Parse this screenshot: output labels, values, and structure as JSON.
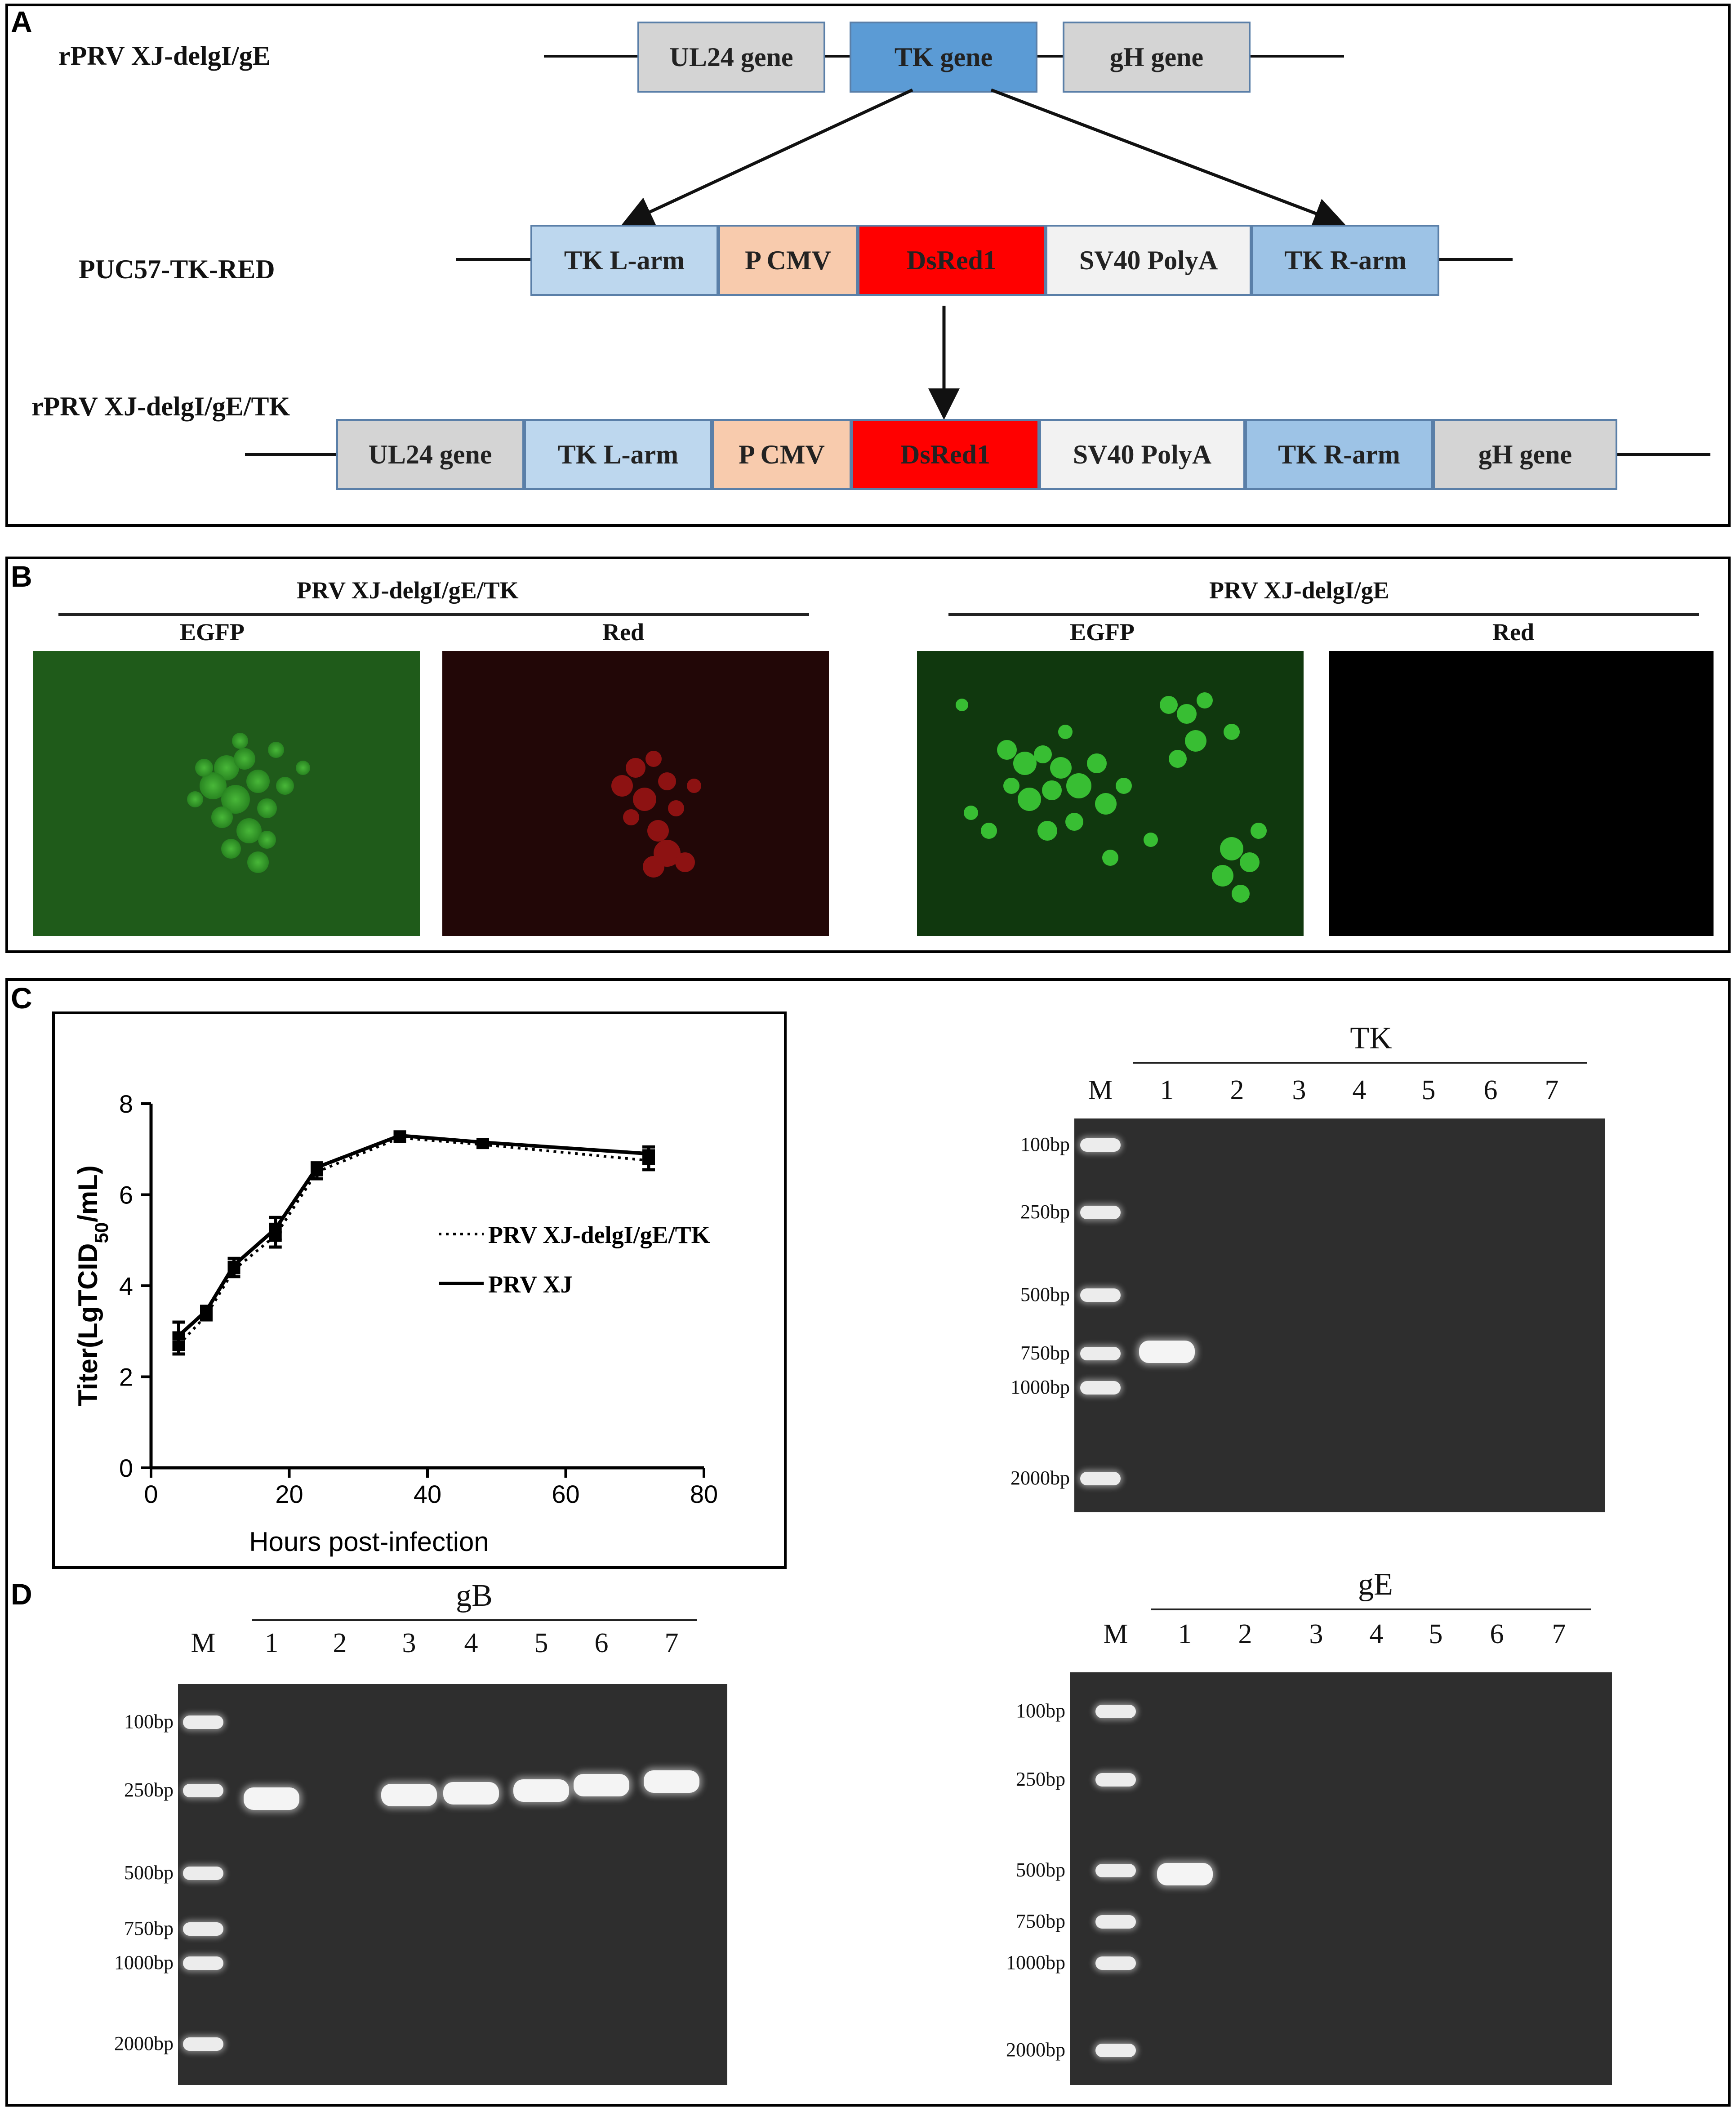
{
  "panels": {
    "a": "A",
    "b": "B",
    "c": "C",
    "d": "D"
  },
  "panelA": {
    "row1_label": "rPRV XJ-delgI/gE",
    "row1_boxes": [
      "UL24 gene",
      "TK gene",
      "gH gene"
    ],
    "row2_label": "PUC57-TK-RED",
    "row2_boxes": [
      "TK L-arm",
      "P CMV",
      "DsRed1",
      "SV40 PolyA",
      "TK R-arm"
    ],
    "row3_label": "rPRV XJ-delgI/gE/TK",
    "row3_boxes": [
      "UL24 gene",
      "TK L-arm",
      "P CMV",
      "DsRed1",
      "SV40 PolyA",
      "TK R-arm",
      "gH gene"
    ],
    "colors": {
      "grey": "#d4d4d4",
      "blue": "#5b9bd5",
      "lightblue": "#bdd7ee",
      "peach": "#f8cbad",
      "red": "#ff0000",
      "white": "#f2f2f2",
      "midblue": "#9dc3e6"
    }
  },
  "panelB": {
    "group1_title": "PRV XJ-delgI/gE/TK",
    "group2_title": "PRV XJ-delgI/gE",
    "img_labels": [
      "EGFP",
      "Red",
      "EGFP",
      "Red"
    ]
  },
  "chart_data": {
    "type": "line",
    "xlabel": "Hours post-infection",
    "ylabel": "Titer(LgTCID50/mL)",
    "ylabel_main": "Titer(LgTCID",
    "ylabel_sub": "50",
    "ylabel_end": "/mL)",
    "xlim": [
      0,
      80
    ],
    "ylim": [
      0,
      8
    ],
    "xticks": [
      0,
      20,
      40,
      60,
      80
    ],
    "yticks": [
      0,
      2,
      4,
      6,
      8
    ],
    "x": [
      4,
      8,
      12,
      18,
      24,
      36,
      48,
      72
    ],
    "series": [
      {
        "name": "PRV XJ-delgI/gE/TK",
        "style": "dotted",
        "values": [
          2.7,
          3.35,
          4.35,
          5.1,
          6.5,
          7.25,
          7.1,
          6.75
        ],
        "err": [
          0.2,
          0.1,
          0.15,
          0.25,
          0.15,
          0.08,
          0.05,
          0.2
        ]
      },
      {
        "name": "PRV XJ",
        "style": "solid",
        "values": [
          2.9,
          3.45,
          4.45,
          5.25,
          6.6,
          7.3,
          7.15,
          6.9
        ],
        "err": [
          0.3,
          0.1,
          0.15,
          0.25,
          0.1,
          0.08,
          0.05,
          0.15
        ]
      }
    ],
    "legend": "right"
  },
  "gels": {
    "tk": {
      "title": "TK",
      "lanes": [
        "M",
        "1",
        "2",
        "3",
        "4",
        "5",
        "6",
        "7"
      ],
      "markers": [
        "100bp",
        "250bp",
        "500bp",
        "750bp",
        "1000bp",
        "2000bp"
      ]
    },
    "gb": {
      "title": "gB",
      "lanes": [
        "M",
        "1",
        "2",
        "3",
        "4",
        "5",
        "6",
        "7"
      ],
      "markers": [
        "100bp",
        "250bp",
        "500bp",
        "750bp",
        "1000bp",
        "2000bp"
      ]
    },
    "ge": {
      "title": "gE",
      "lanes": [
        "M",
        "1",
        "2",
        "3",
        "4",
        "5",
        "6",
        "7"
      ],
      "markers": [
        "100bp",
        "250bp",
        "500bp",
        "750bp",
        "1000bp",
        "2000bp"
      ]
    }
  }
}
